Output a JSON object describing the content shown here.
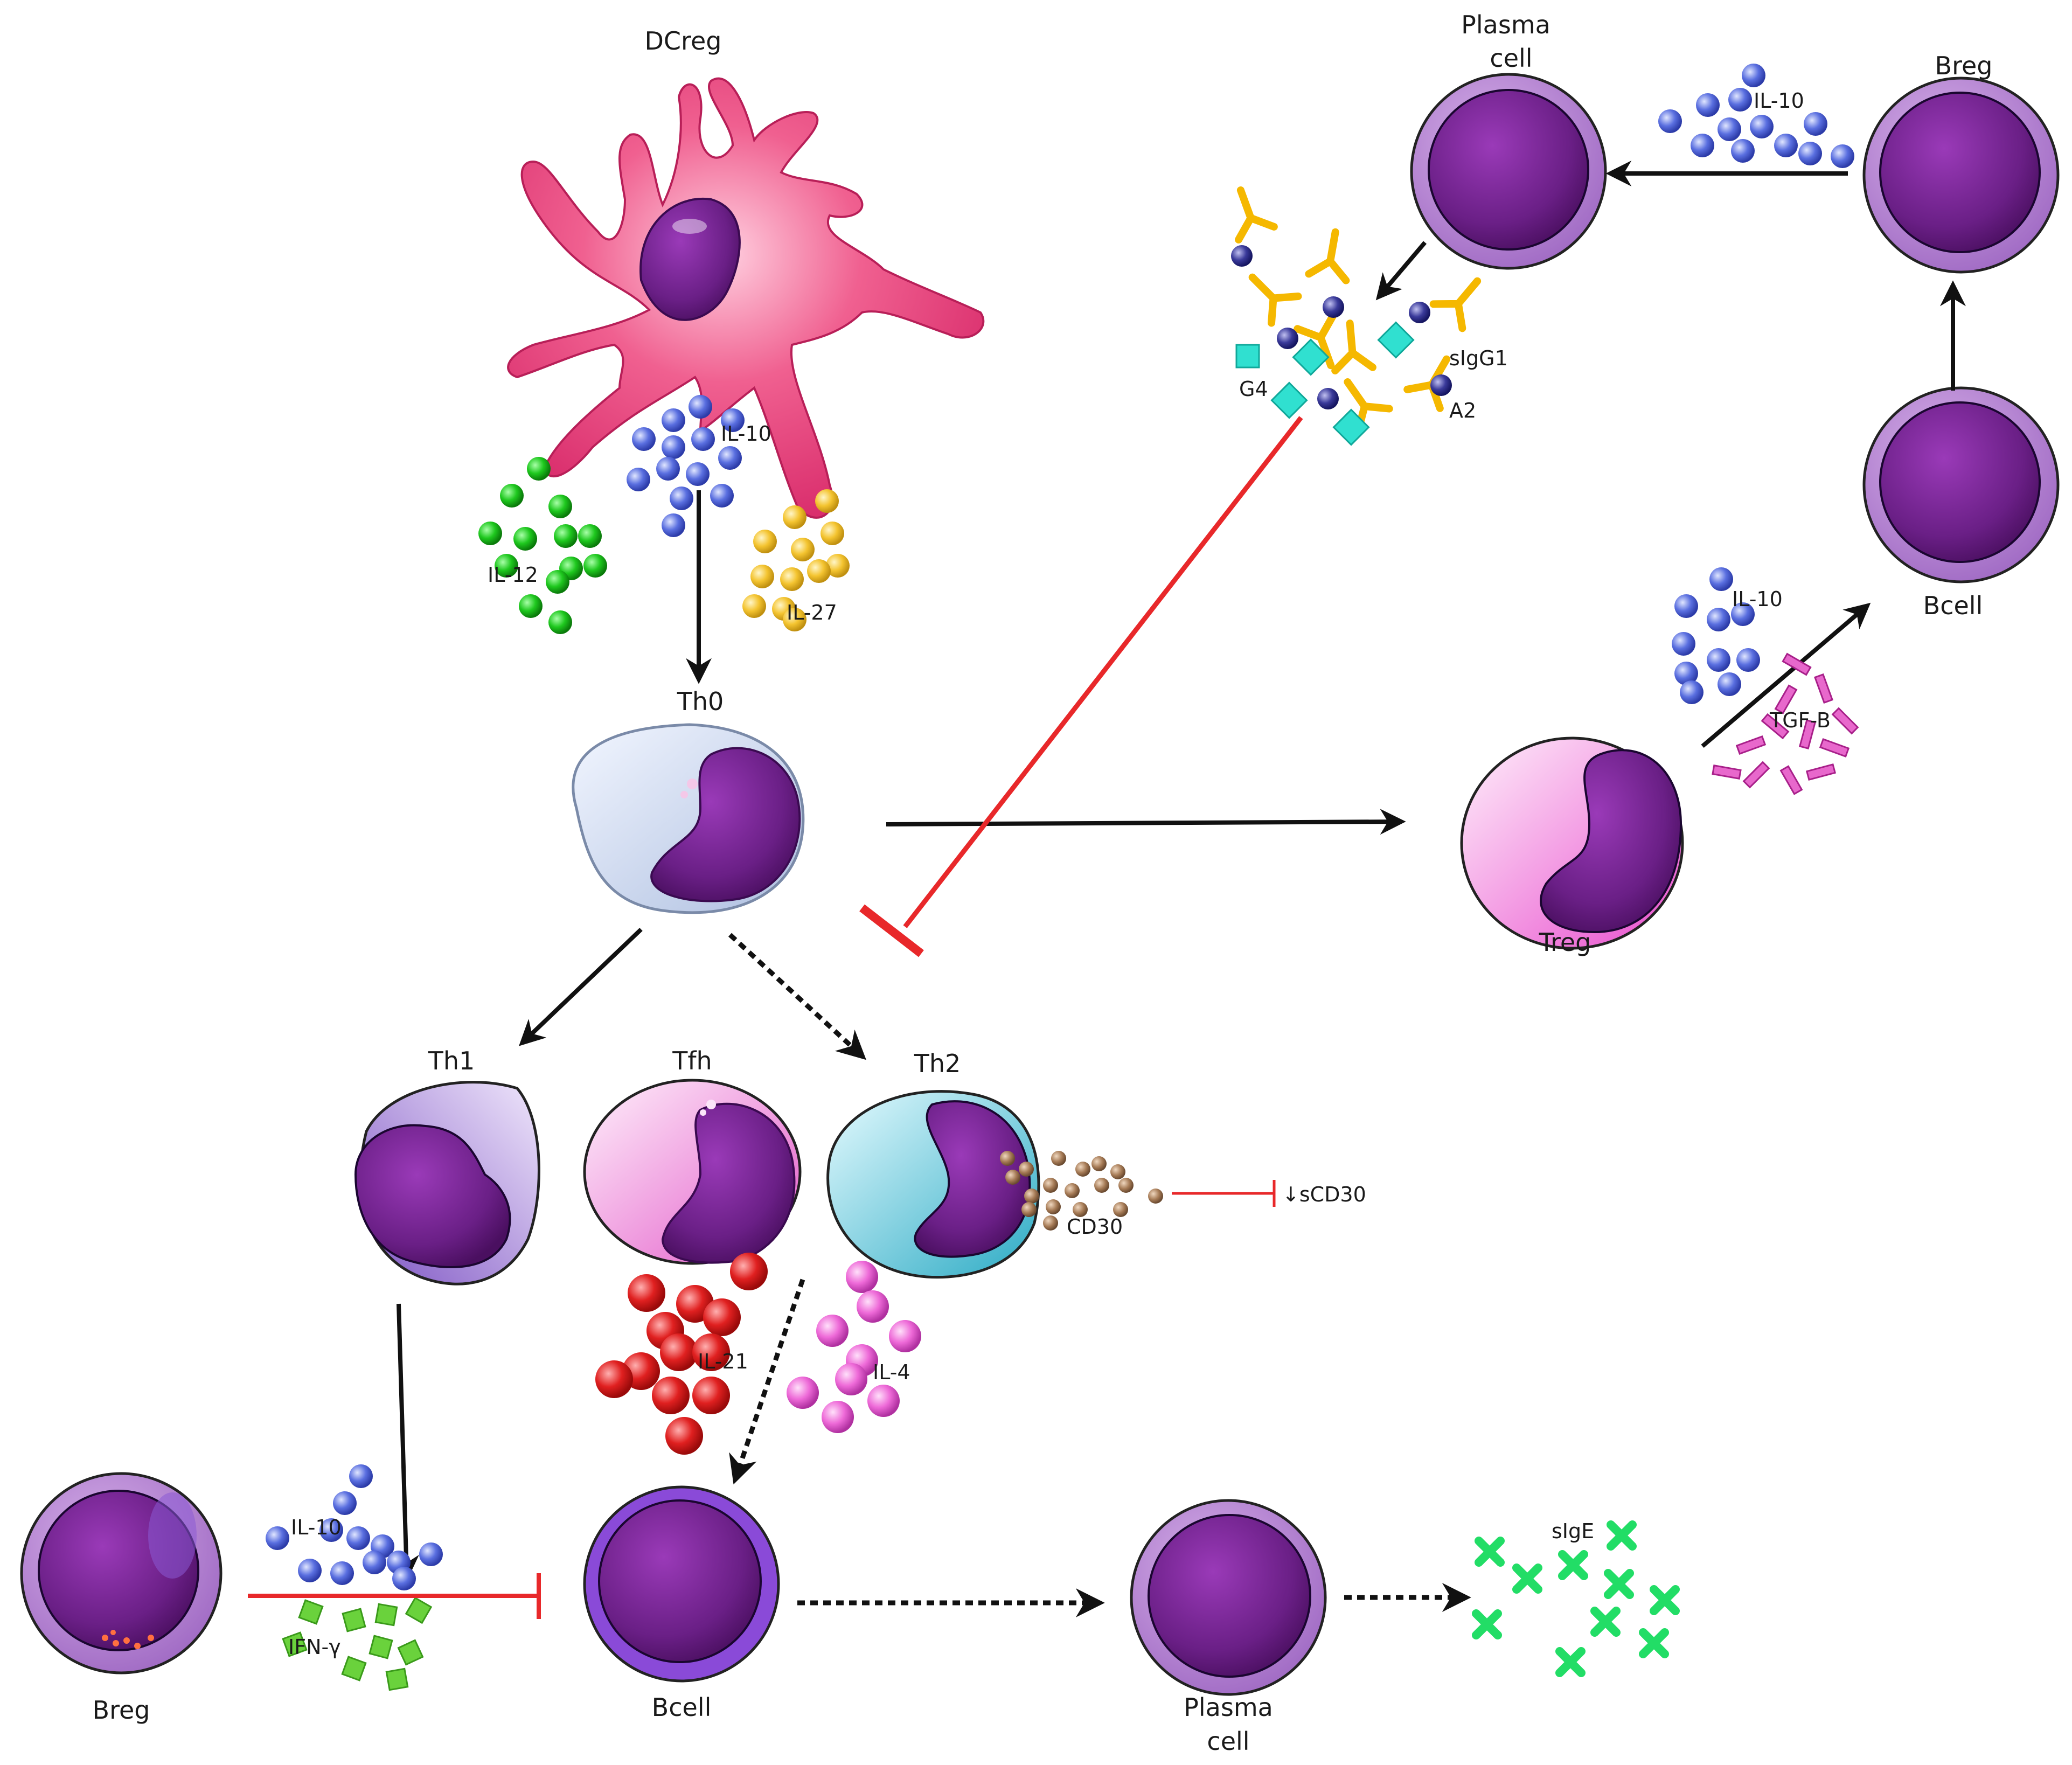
{
  "labels": {
    "dcreg": "DCreg",
    "il10_dc": "IL-10",
    "il12": "IL-12",
    "il27": "IL-27",
    "th0": "Th0",
    "th1": "Th1",
    "tfh": "Tfh",
    "th2": "Th2",
    "treg": "Treg",
    "cd30": "CD30",
    "scd30": "↓sCD30",
    "il21": "IL-21",
    "il4": "IL-4",
    "il10_breg": "IL-10",
    "ifng": "IFN-γ",
    "breg_bottom": "Breg",
    "bcell_bottom": "Bcell",
    "plasma_bottom_1": "Plasma",
    "plasma_bottom_2": "cell",
    "sige": "sIgE",
    "plasma_top_1": "Plasma",
    "plasma_top_2": "cell",
    "breg_top": "Breg",
    "il10_top": "IL-10",
    "bcell_right": "Bcell",
    "il10_treg": "IL-10",
    "tgfb": "TGF-B",
    "g4": "G4",
    "sigg1": "sIgG1",
    "a2": "A2"
  },
  "colors": {
    "dc_pink": "#e8427c",
    "il10_blue": "#5a6fe0",
    "il12_green": "#1ec81e",
    "il27_yellow": "#f4c430",
    "th0_blue": "#c8d4ec",
    "th1_lilac": "#9a78d0",
    "tfh_pink": "#ec7ad4",
    "th2_cyan": "#48bfd4",
    "treg_pink": "#f076d6",
    "nucleus_purple": "#6a1f86",
    "cd30_brown": "#a57a55",
    "il21_red": "#e02020",
    "il4_magenta": "#ee6ad8",
    "ifng_green": "#6ad23c",
    "sige_green": "#22dd66",
    "antibody_gold": "#f5b800",
    "antigen_cyan": "#30e0d0",
    "tgfb_magenta": "#d43cb8",
    "inhibit_red": "#e8282a",
    "arrow_black": "#111111"
  }
}
